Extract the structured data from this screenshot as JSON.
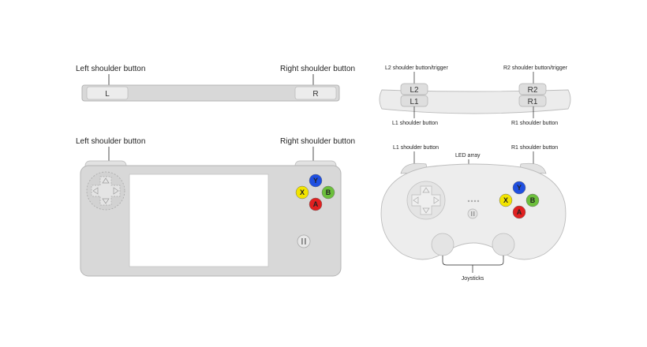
{
  "colors": {
    "body": "#d8d8d8",
    "body_stroke": "#b4b4b4",
    "light_body": "#efefef",
    "screen": "#ffffff",
    "y": "#1f4fe0",
    "x": "#f2e400",
    "b": "#6cbf3c",
    "a": "#e02020"
  },
  "top_left": {
    "left_label": "Left shoulder button",
    "right_label": "Right shoulder button",
    "left_key": "L",
    "right_key": "R"
  },
  "bottom_left": {
    "left_label": "Left shoulder button",
    "right_label": "Right shoulder button",
    "buttons": {
      "y": "Y",
      "x": "X",
      "b": "B",
      "a": "A"
    },
    "pause_icon": "pause-icon"
  },
  "top_right": {
    "l2_label": "L2 shoulder button/trigger",
    "r2_label": "R2 shoulder button/trigger",
    "l1_label": "L1 shoulder button",
    "r1_label": "R1 shoulder button",
    "l2_key": "L2",
    "l1_key": "L1",
    "r2_key": "R2",
    "r1_key": "R1"
  },
  "bottom_right": {
    "l1_label": "L1 shoulder button",
    "r1_label": "R1 shoulder button",
    "led_label": "LED array",
    "joysticks_label": "Joysticks",
    "buttons": {
      "y": "Y",
      "x": "X",
      "b": "B",
      "a": "A"
    },
    "pause_icon": "pause-icon"
  }
}
